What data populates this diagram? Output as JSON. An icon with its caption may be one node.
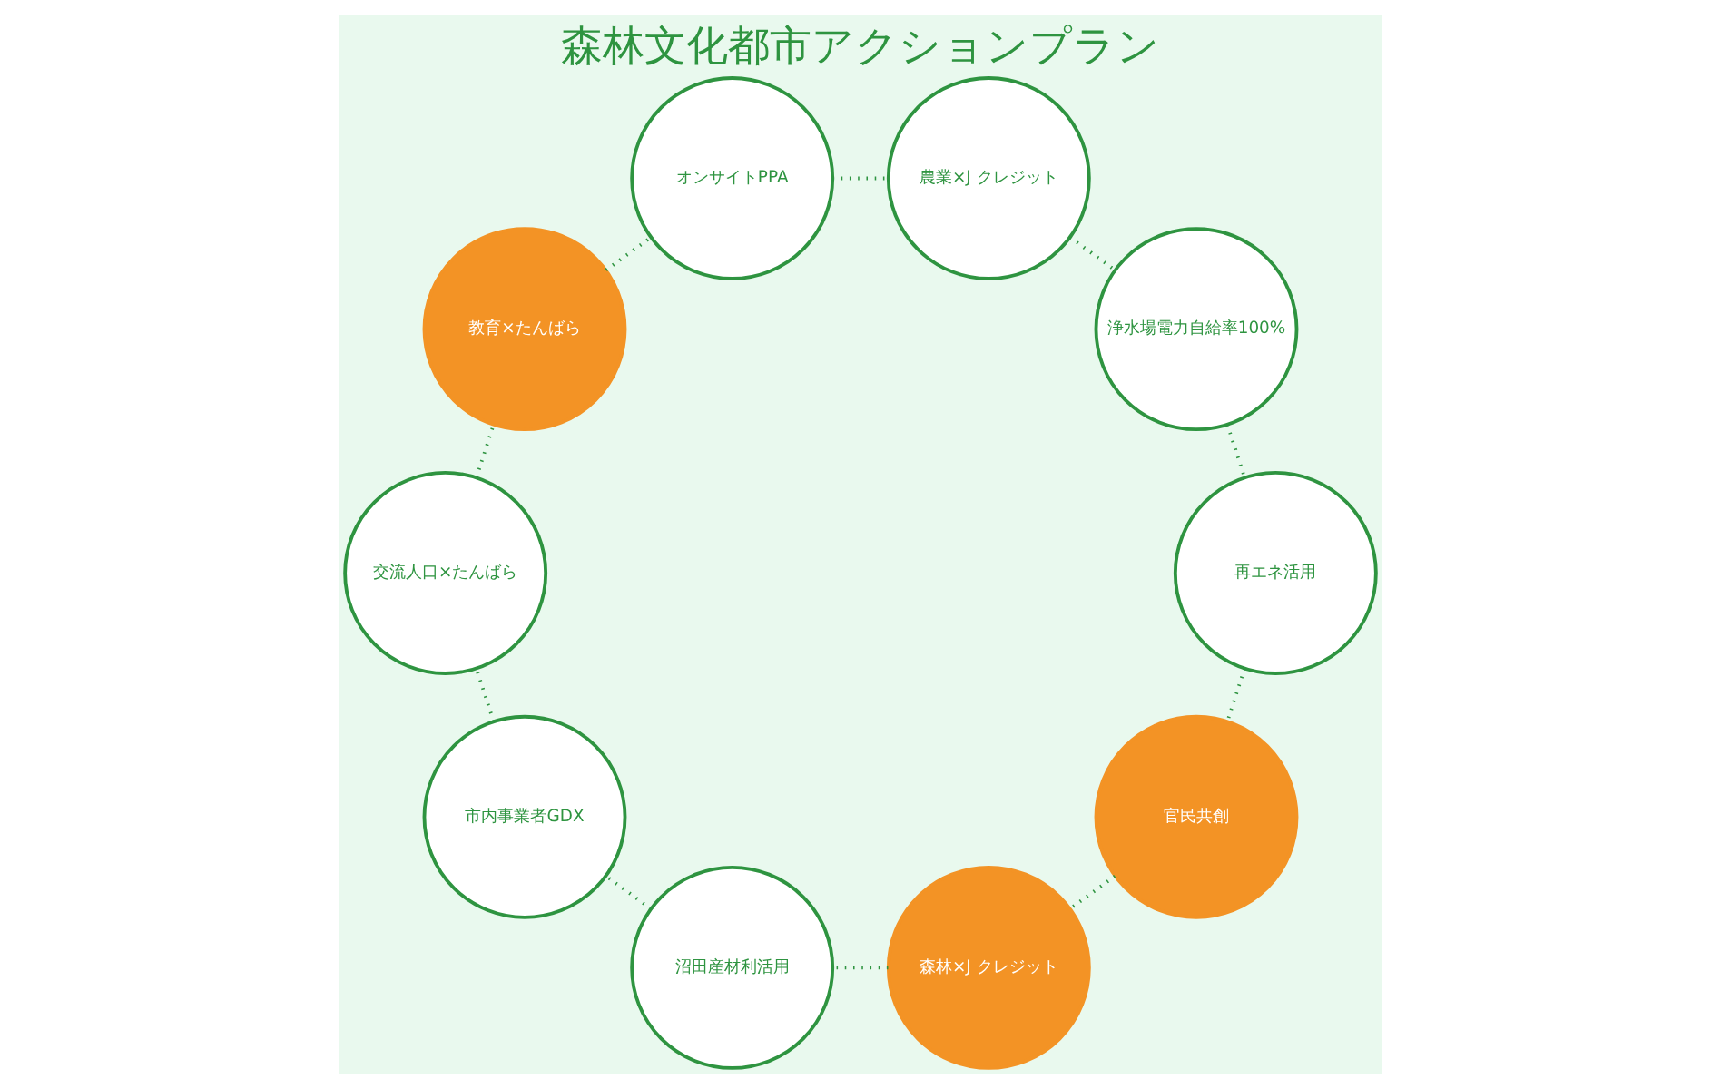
{
  "diagram": {
    "title": "森林文化都市アクションプラン",
    "nodes": [
      {
        "text": [
          "官民共創"
        ]
      },
      {
        "text": [
          "森林×J クレジット"
        ]
      },
      {
        "text": [
          "沼田産材利活用"
        ]
      },
      {
        "text": [
          "市内事業者GDX"
        ]
      },
      {
        "text": [
          "交流人口×たんばら"
        ]
      },
      {
        "text": [
          "教育×たんばら"
        ]
      },
      {
        "text": [
          "オンサイトPPA"
        ]
      },
      {
        "text": [
          "農業×J クレジット"
        ]
      },
      {
        "text": [
          "浄水場電力自給率100%"
        ]
      },
      {
        "text": [
          "再エネ活用"
        ]
      }
    ],
    "edges": [
      {
        "from": 0,
        "to": 1,
        "arrow": "none",
        "style": "dashed"
      },
      {
        "from": 1,
        "to": 2,
        "arrow": "none",
        "style": "dashed"
      },
      {
        "from": 2,
        "to": 3,
        "arrow": "none",
        "style": "dashed"
      },
      {
        "from": 3,
        "to": 4,
        "arrow": "none",
        "style": "dashed"
      },
      {
        "from": 4,
        "to": 5,
        "arrow": "none",
        "style": "dashed"
      },
      {
        "from": 5,
        "to": 6,
        "arrow": "none",
        "style": "dashed"
      },
      {
        "from": 6,
        "to": 7,
        "arrow": "none",
        "style": "dashed"
      },
      {
        "from": 7,
        "to": 8,
        "arrow": "none",
        "style": "dashed"
      },
      {
        "from": 8,
        "to": 9,
        "arrow": "none",
        "style": "dashed"
      },
      {
        "from": 9,
        "to": 0,
        "arrow": "none",
        "style": "dashed"
      }
    ]
  }
}
